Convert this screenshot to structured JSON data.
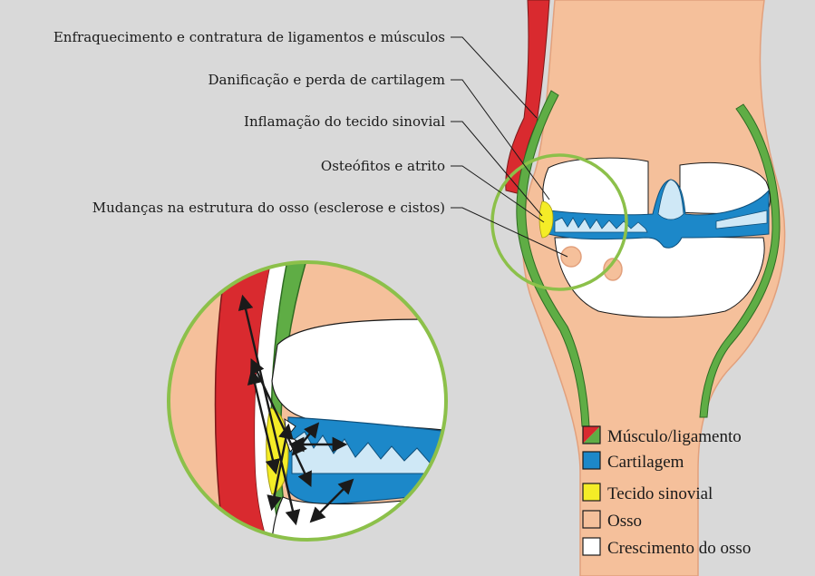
{
  "callouts": [
    "Enfraquecimento e contratura de ligamentos e músculos",
    "Danificação e perda de cartilagem",
    "Inflamação do tecido sinovial",
    "Osteófitos e atrito",
    "Mudanças na estrutura do osso (esclerose e cistos)"
  ],
  "legend": [
    {
      "label": "Músculo/ligamento",
      "swatch": "muscle-ligament"
    },
    {
      "label": "Cartilagem",
      "swatch": "#1c88c9"
    },
    {
      "label": "Tecido sinovial",
      "swatch": "#f4ec27"
    },
    {
      "label": "Osso",
      "swatch": "#f5c09b"
    },
    {
      "label": "Crescimento do osso",
      "swatch": "#ffffff"
    }
  ],
  "colors": {
    "background": "#d9d9d9",
    "muscle": "#d92a2f",
    "ligament": "#5fad45",
    "cartilage": "#1c88c9",
    "cartilage_light": "#cfe8f6",
    "synovial": "#f4ec27",
    "bone": "#f5c09b",
    "bone_outline": "#e2a07c",
    "bone_growth": "#ffffff",
    "highlight_ring": "#8cc04a",
    "arrow": "#1a1a1a"
  },
  "icons": {
    "magnify_ring": "zoom-circle",
    "arrows": "double-headed-arrow"
  }
}
